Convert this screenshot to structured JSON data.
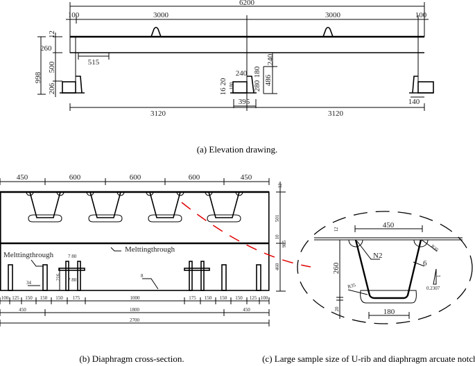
{
  "elevation": {
    "caption": "(a) Elevation drawing.",
    "dims": {
      "total": "6200",
      "end_left": "100",
      "span_left": "3000",
      "span_right": "3000",
      "end_right": "100",
      "h_flange": "12",
      "h_deck": "260",
      "h_total": "998",
      "h_web": "500",
      "h_bearing": "206",
      "offset": "515",
      "mid_w": "240",
      "mid_a": "180",
      "mid_b": "280",
      "mid_c": "240",
      "mid_d": "486",
      "mid_e": "16 20",
      "mid_f": "180",
      "mid_base": "395",
      "right_base": "140",
      "support_left": "3120",
      "support_right": "3120"
    }
  },
  "diaphragm": {
    "caption": "(b) Diaphragm cross-section.",
    "top_dims": [
      "450",
      "600",
      "600",
      "600",
      "450"
    ],
    "right_dims": {
      "top": "12",
      "upper": "501",
      "mid": "10",
      "total": "985",
      "lower": "460"
    },
    "labels": {
      "weld_left": "Melttingthrough",
      "weld_mid": "Melttingthrough",
      "stiff_top": "7 80",
      "stiff_bot": "7 80",
      "stiff_h": "216",
      "gap": "34",
      "thk": "8"
    },
    "bottom_dims_1": [
      "100",
      "125",
      "150",
      "150",
      "150",
      "175",
      "1000",
      "175",
      "150",
      "150",
      "150",
      "125",
      "100"
    ],
    "bottom_dims_2": [
      "450",
      "1800",
      "450"
    ],
    "bottom_total": "2700"
  },
  "detail": {
    "caption": "(c) Large sample size of U-rib and diaphragm arcuate notch.",
    "labels": {
      "top_w": "450",
      "deck_t": "12",
      "rib_h": "260",
      "gap": "20",
      "rib_id": "N2",
      "r_top": "R35",
      "rib_t": "6",
      "r_bot": "R35",
      "slope_v": "1",
      "slope_h": "0.2307",
      "bot_w": "180"
    },
    "highlight_color": "#e00000"
  }
}
